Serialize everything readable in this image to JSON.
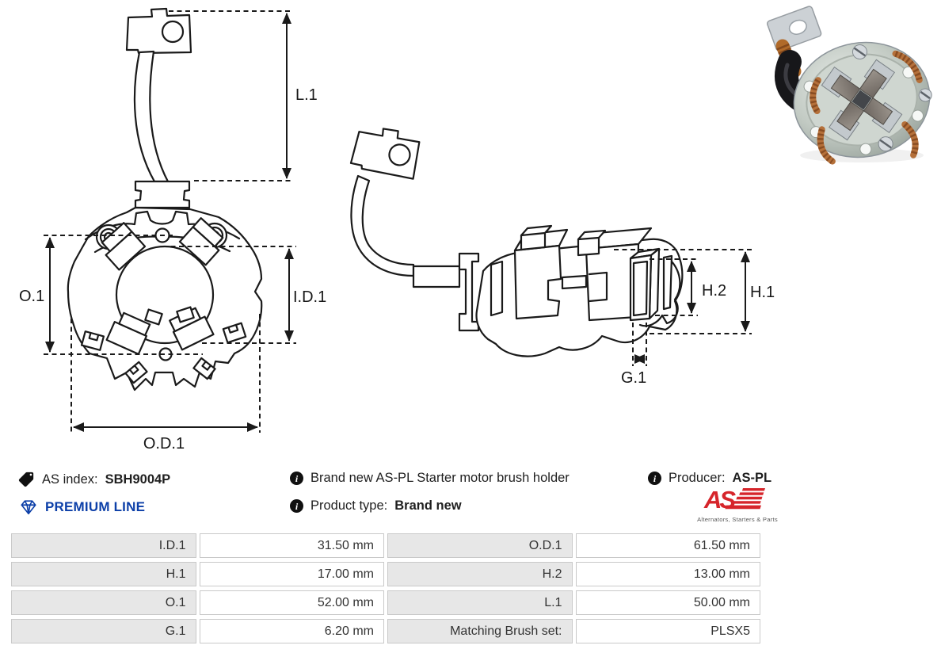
{
  "product": {
    "as_index_label": "AS index:",
    "as_index_value": "SBH9004P",
    "premium_line_label": "PREMIUM LINE",
    "description": "Brand new AS-PL Starter motor brush holder",
    "product_type_label": "Product type:",
    "product_type_value": "Brand new",
    "producer_label": "Producer:",
    "producer_value": "AS-PL"
  },
  "logo": {
    "text": "AS",
    "tagline": "Alternators, Starters & Parts"
  },
  "icons": {
    "info_glyph": "i"
  },
  "diagram": {
    "front_view": {
      "labels": {
        "l1": "L.1",
        "o1": "O.1",
        "id1": "I.D.1",
        "od1": "O.D.1"
      }
    },
    "side_view": {
      "labels": {
        "h2": "H.2",
        "h1": "H.1",
        "g1": "G.1"
      }
    }
  },
  "specs_table": {
    "rows": [
      {
        "label1": "I.D.1",
        "value1": "31.50 mm",
        "label2": "O.D.1",
        "value2": "61.50 mm"
      },
      {
        "label1": "H.1",
        "value1": "17.00 mm",
        "label2": "H.2",
        "value2": "13.00 mm"
      },
      {
        "label1": "O.1",
        "value1": "52.00 mm",
        "label2": "L.1",
        "value2": "50.00 mm"
      },
      {
        "label1": "G.1",
        "value1": "6.20 mm",
        "label2": "Matching Brush set:",
        "value2": "PLSX5"
      }
    ]
  },
  "colors": {
    "accent_blue": "#0c3fa8",
    "brand_red": "#d6252b",
    "line": "#1a1a1a",
    "table_label_bg": "#e7e7e7",
    "table_border": "#c9c9c9",
    "text": "#333333"
  }
}
